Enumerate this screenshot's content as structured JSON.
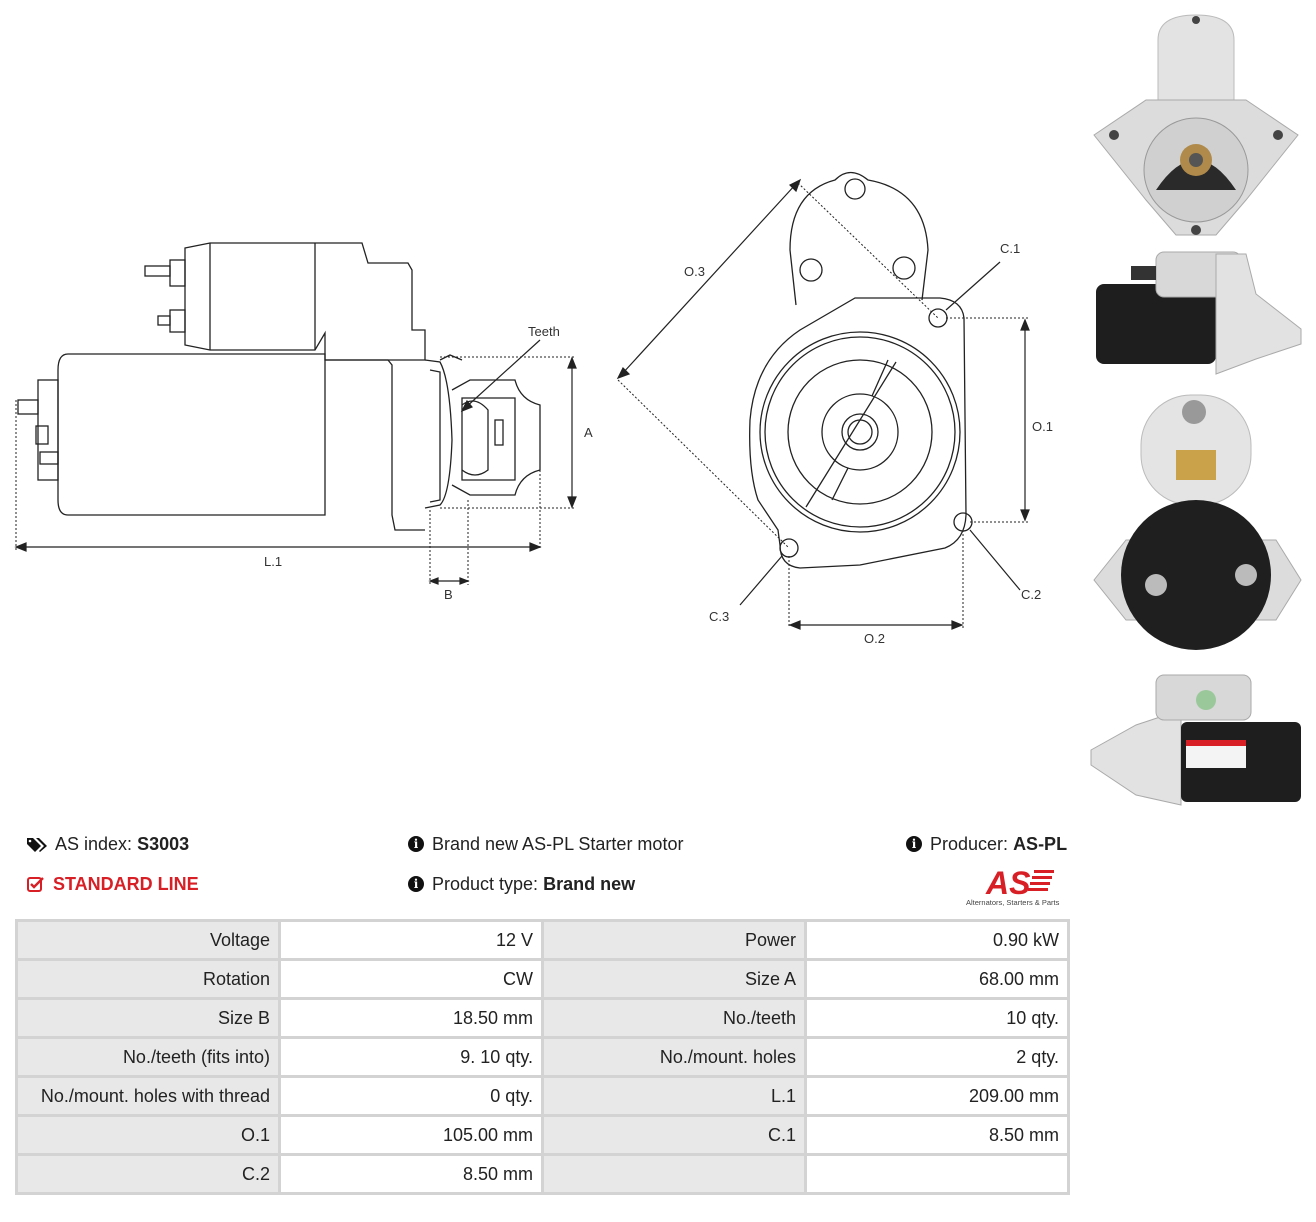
{
  "drawing": {
    "label_teeth": "Teeth",
    "label_a": "A",
    "label_b": "B",
    "label_l1": "L.1",
    "label_o1": "O.1",
    "label_o2": "O.2",
    "label_o3": "O.3",
    "label_c1": "C.1",
    "label_c2": "C.2",
    "label_c3": "C.3"
  },
  "info": {
    "as_index_label": "AS index:",
    "as_index_value": "S3003",
    "standard_line": "STANDARD LINE",
    "description": "Brand new AS-PL Starter motor",
    "product_type_label": "Product type:",
    "product_type_value": "Brand new",
    "producer_label": "Producer:",
    "producer_value": "AS-PL",
    "logo_text": "AS",
    "logo_tagline": "Alternators, Starters & Parts"
  },
  "specs": {
    "rows": [
      {
        "l1": "Voltage",
        "v1": "12 V",
        "l2": "Power",
        "v2": "0.90 kW"
      },
      {
        "l1": "Rotation",
        "v1": "CW",
        "l2": "Size A",
        "v2": "68.00 mm"
      },
      {
        "l1": "Size B",
        "v1": "18.50 mm",
        "l2": "No./teeth",
        "v2": "10 qty."
      },
      {
        "l1": "No./teeth (fits into)",
        "v1": "9. 10 qty.",
        "l2": "No./mount. holes",
        "v2": "2 qty."
      },
      {
        "l1": "No./mount. holes with thread",
        "v1": "0 qty.",
        "l2": "L.1",
        "v2": "209.00 mm"
      },
      {
        "l1": "O.1",
        "v1": "105.00 mm",
        "l2": "C.1",
        "v2": "8.50 mm"
      },
      {
        "l1": "C.2",
        "v1": "8.50 mm",
        "l2": "",
        "v2": ""
      }
    ]
  },
  "colors": {
    "accent_red": "#d81f26",
    "label_bg": "#e8e8e8",
    "border": "#d3d3d3"
  },
  "icons": [
    "tags-icon",
    "check-square-icon",
    "info-circle-icon"
  ]
}
